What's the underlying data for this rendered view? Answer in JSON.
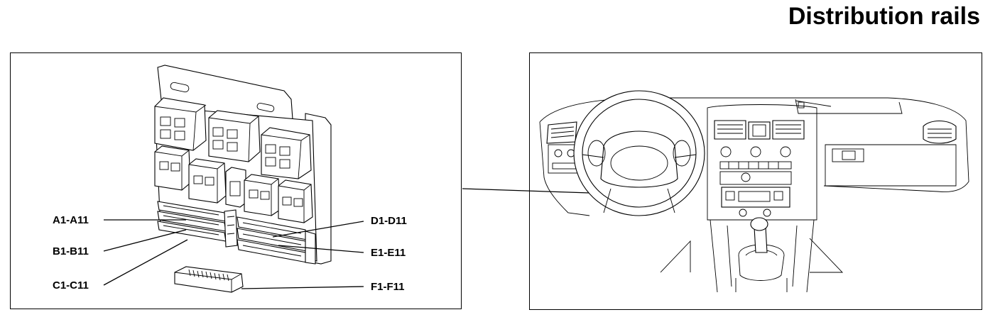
{
  "title": "Distribution rails",
  "rails": [
    {
      "id": "A",
      "label": "A1-A11"
    },
    {
      "id": "B",
      "label": "B1-B11"
    },
    {
      "id": "C",
      "label": "C1-C11"
    },
    {
      "id": "D",
      "label": "D1-D11"
    },
    {
      "id": "E",
      "label": "E1-E11"
    },
    {
      "id": "F",
      "label": "F1-F11"
    }
  ]
}
